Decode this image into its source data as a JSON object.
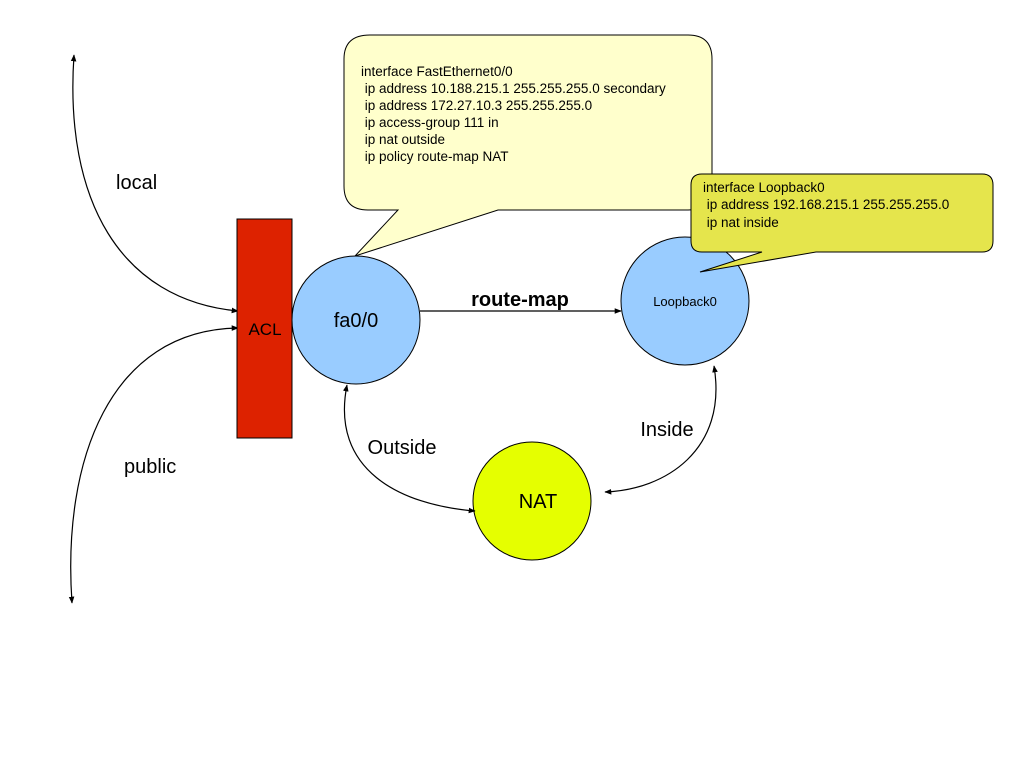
{
  "diagram": {
    "labels": {
      "local": "local",
      "public": "public",
      "acl": "ACL",
      "fa00": "fa0/0",
      "loopback": "Loopback0",
      "nat": "NAT",
      "route_map": "route-map",
      "outside": "Outside",
      "inside": "Inside"
    },
    "fa_callout": {
      "lines": [
        "interface FastEthernet0/0",
        " ip address 10.188.215.1 255.255.255.0 secondary",
        " ip address 172.27.10.3 255.255.255.0",
        " ip access-group 111 in",
        " ip nat outside",
        " ip policy route-map NAT"
      ]
    },
    "loopback_callout": {
      "lines": [
        "interface Loopback0",
        " ip address 192.168.215.1 255.255.255.0",
        " ip nat inside"
      ]
    },
    "colors": {
      "acl_fill": "#dd2200",
      "interface_fill": "#99ccff",
      "nat_fill": "#e5ff00",
      "fa_callout_fill": "#ffffcc",
      "loopback_callout_fill": "#e5e54c"
    }
  }
}
